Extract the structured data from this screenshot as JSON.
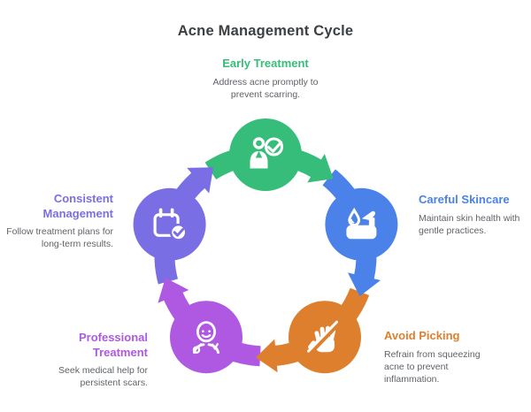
{
  "title": "Acne Management Cycle",
  "palette": {
    "background": "#ffffff",
    "title_text": "#3c4043",
    "body_text": "#5f6368"
  },
  "diagram": {
    "type": "cycle",
    "direction": "clockwise",
    "nodes": [
      {
        "id": "early-treatment",
        "label": "Early Treatment",
        "description": "Address acne promptly to\nprevent scarring.",
        "color": "#36bd7a",
        "icon": "person-check-icon"
      },
      {
        "id": "careful-skincare",
        "label": "Careful Skincare",
        "description": "Maintain skin health with\ngentle practices.",
        "color": "#4a82e9",
        "icon": "lotion-drop-icon"
      },
      {
        "id": "avoid-picking",
        "label": "Avoid Picking",
        "description": "Refrain from squeezing\nacne to prevent\ninflammation.",
        "color": "#de7f2e",
        "icon": "no-touch-hand-icon"
      },
      {
        "id": "professional-treatment",
        "label": "Professional\nTreatment",
        "description": "Seek medical help for\npersistent scars.",
        "color": "#af58e2",
        "icon": "doctor-icon"
      },
      {
        "id": "consistent-management",
        "label": "Consistent\nManagement",
        "description": "Follow treatment plans for\nlong-term results.",
        "color": "#7a6ee4",
        "icon": "calendar-check-icon"
      }
    ]
  }
}
